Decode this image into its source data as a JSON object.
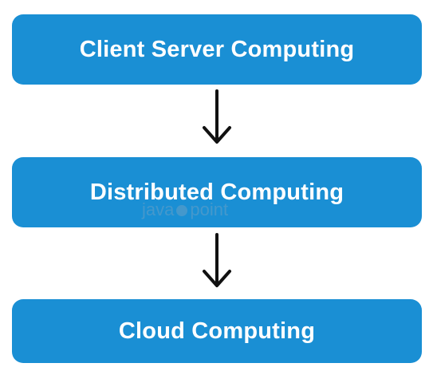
{
  "diagram": {
    "nodes": [
      {
        "id": "client-server",
        "label": "Client Server Computing"
      },
      {
        "id": "distributed",
        "label": "Distributed Computing"
      },
      {
        "id": "cloud",
        "label": "Cloud Computing"
      }
    ],
    "edges": [
      {
        "from": "client-server",
        "to": "distributed"
      },
      {
        "from": "distributed",
        "to": "cloud"
      }
    ]
  },
  "watermark": {
    "left": "java",
    "right": "point"
  },
  "colors": {
    "box_fill": "#1a8fd4",
    "box_text": "#ffffff",
    "arrow": "#111111",
    "background": "#ffffff"
  }
}
